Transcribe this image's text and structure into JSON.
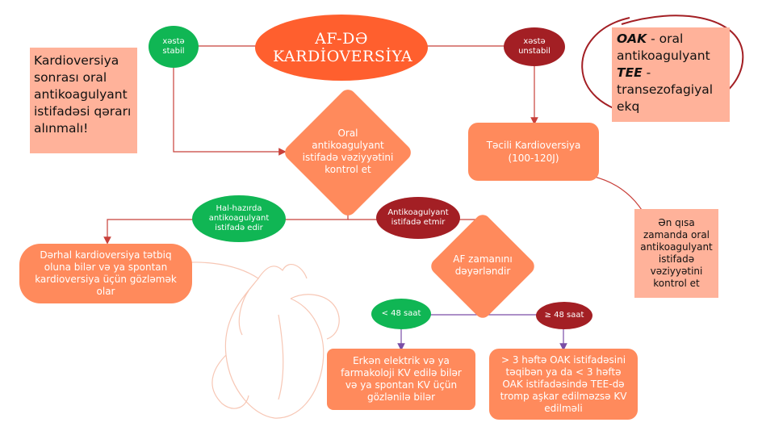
{
  "title": "AF-DƏ KARDİOVERSİYA",
  "left_note": "Kardioversiya sonrası oral antikoagulyant istifadəsi qərarı alınmalı!",
  "legend": {
    "oak_abbr": "OAK",
    "oak_text": " - oral antikoagulyant",
    "tee_abbr": "TEE",
    "tee_text": " - transezofagiyal ekq"
  },
  "nodes": {
    "stable": "xəstə stabil",
    "unstable": "xəstə unstabil",
    "check_oak": "Oral antikoagulyant istifadə vəziyyətini kontrol et",
    "urgent_cv": "Təcili Kardioversiya (100-120J)",
    "shortest_time": "Ən qısa zamanda oral antikoagulyant istifadə vəziyyətini kontrol et",
    "currently_uses": "Hal-hazırda antikoagulyant istifadə edir",
    "not_uses": "Antikoagulyant istifadə etmir",
    "immediate_cv": "Dərhal kardioversiya tətbiq oluna bilər və ya spontan kardioversiya üçün gözləmək olar",
    "eval_af_time": "AF zamanını dəyərləndir",
    "lt48": "< 48 saat",
    "ge48": "≥ 48 saat",
    "early_cv": "Erkən elektrik və ya farmakoloji KV edilə bilər və ya spontan KV üçün gözlənilə bilər",
    "late_cv": "> 3 həftə OAK istifadəsini təqibən ya da < 3 həftə OAK istifadəsində  TEE-də tromp aşkar edilməzsə KV edilməli"
  },
  "colors": {
    "accent_orange": "#ff5f2e",
    "box_orange": "#ff8a5c",
    "note_peach": "#ffb29a",
    "green": "#10b654",
    "dark_red": "#a31f24"
  }
}
